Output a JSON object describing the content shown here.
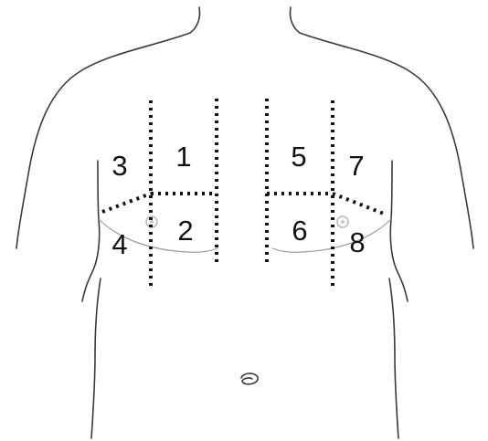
{
  "zones": [
    {
      "label": "1"
    },
    {
      "label": "2"
    },
    {
      "label": "3"
    },
    {
      "label": "4"
    },
    {
      "label": "5"
    },
    {
      "label": "6"
    },
    {
      "label": "7"
    },
    {
      "label": "8"
    }
  ]
}
